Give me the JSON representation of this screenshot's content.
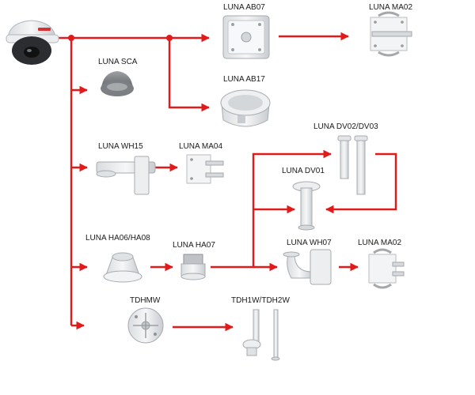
{
  "colors": {
    "connector": "#e21a1a",
    "product": "#eef0f2",
    "product_dark": "#8c8f93",
    "background": "#ffffff"
  },
  "nodes": {
    "camera": {
      "label": "",
      "icon": "dome-camera-icon"
    },
    "ab07": {
      "label": "LUNA AB07",
      "icon": "junction-box-icon"
    },
    "ma02_top": {
      "label": "LUNA MA02",
      "icon": "pole-mount-adapter-icon"
    },
    "sca": {
      "label": "LUNA SCA",
      "icon": "smoked-cover-icon"
    },
    "ab17": {
      "label": "LUNA AB17",
      "icon": "junction-box-round-icon"
    },
    "dv0203": {
      "label": "LUNA DV02/DV03",
      "icon": "extension-pole-icon"
    },
    "wh15": {
      "label": "LUNA WH15",
      "icon": "wall-bracket-icon"
    },
    "ma04": {
      "label": "LUNA MA04",
      "icon": "pole-mount-adapter-icon"
    },
    "dv01": {
      "label": "LUNA DV01",
      "icon": "pendant-mount-icon"
    },
    "ha0608": {
      "label": "LUNA HA06/HA08",
      "icon": "adapter-plate-icon"
    },
    "ha07": {
      "label": "LUNA HA07",
      "icon": "adapter-ring-icon"
    },
    "wh07": {
      "label": "LUNA WH07",
      "icon": "wall-bracket-icon"
    },
    "ma02_bottom": {
      "label": "LUNA MA02",
      "icon": "pole-mount-adapter-icon"
    },
    "tdhmw": {
      "label": "TDHMW",
      "icon": "mounting-plate-icon"
    },
    "tdh1w2w": {
      "label": "TDH1W/TDH2W",
      "icon": "ceiling-pole-mount-icon"
    }
  }
}
